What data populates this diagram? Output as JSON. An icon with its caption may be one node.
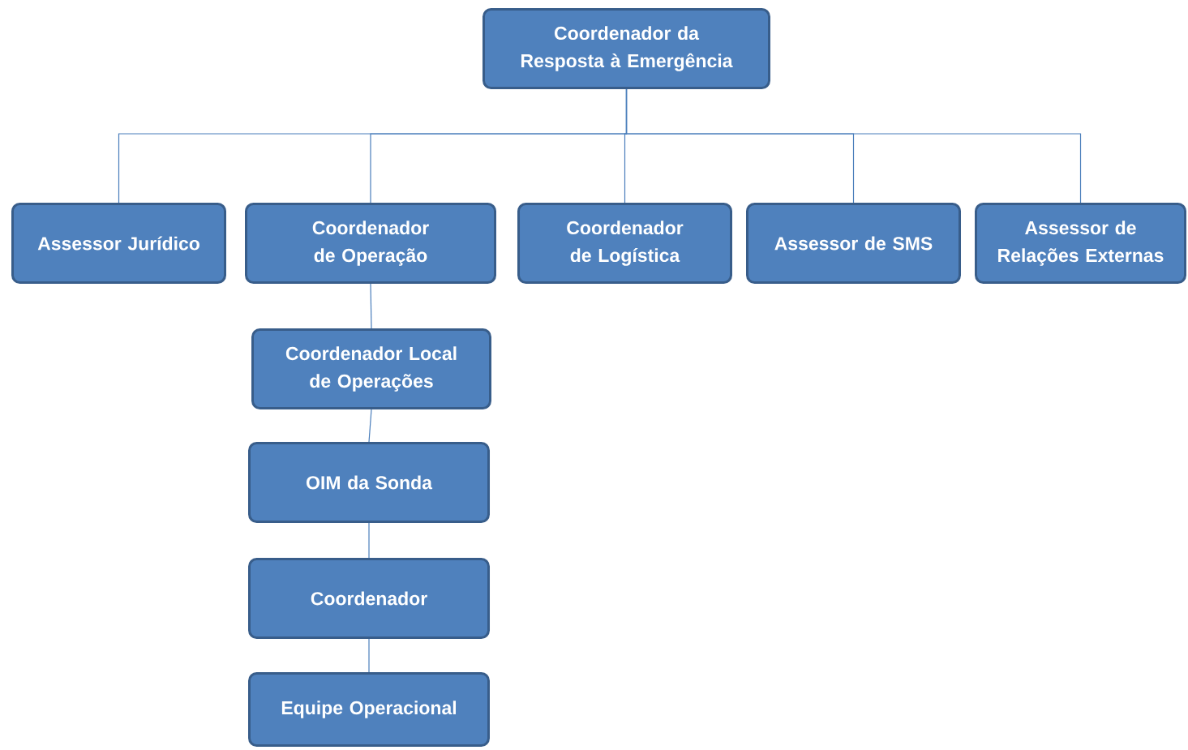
{
  "diagram": {
    "nodes": [
      {
        "text": [
          "Coordenador da Resposta à Emergência"
        ]
      },
      {
        "text": [
          "Assessor Jurídico"
        ]
      },
      {
        "text": [
          "Coordenador de Operação"
        ]
      },
      {
        "text": [
          "Coordenador de Logística"
        ]
      },
      {
        "text": [
          "Assessor de SMS"
        ]
      },
      {
        "text": [
          "Assessor de Relações Externas"
        ]
      },
      {
        "text": [
          "Coordenador Local de Operações"
        ]
      },
      {
        "text": [
          "OIM da Sonda"
        ]
      },
      {
        "text": [
          "Coordenador"
        ]
      },
      {
        "text": [
          "Equipe Operacional"
        ]
      }
    ],
    "edges": [
      {
        "from": 0,
        "to": 1,
        "arrow": "none"
      },
      {
        "from": 0,
        "to": 2,
        "arrow": "none"
      },
      {
        "from": 0,
        "to": 3,
        "arrow": "none"
      },
      {
        "from": 0,
        "to": 4,
        "arrow": "none"
      },
      {
        "from": 0,
        "to": 5,
        "arrow": "none"
      },
      {
        "from": 2,
        "to": 6,
        "arrow": "none"
      },
      {
        "from": 6,
        "to": 7,
        "arrow": "none"
      },
      {
        "from": 7,
        "to": 8,
        "arrow": "none"
      },
      {
        "from": 8,
        "to": 9,
        "arrow": "none"
      }
    ]
  }
}
